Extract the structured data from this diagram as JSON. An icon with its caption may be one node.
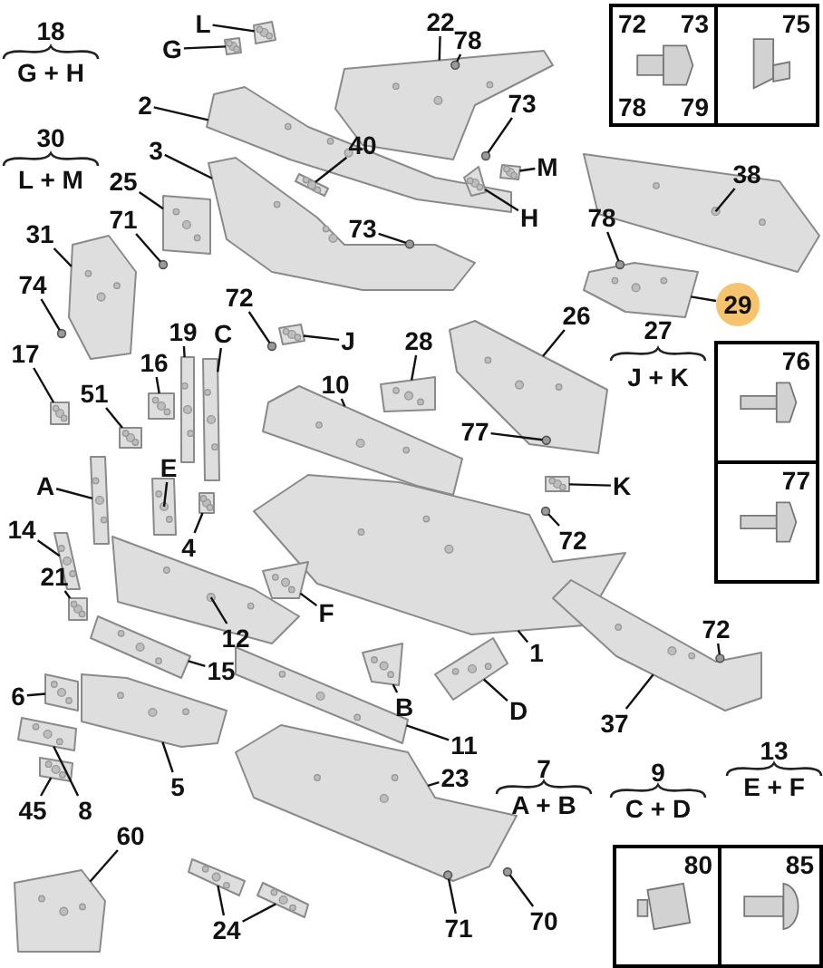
{
  "diagram": {
    "nodes": [
      {
        "text": [
          "L"
        ]
      },
      {
        "text": [
          "G"
        ]
      },
      {
        "text": [
          "22"
        ]
      },
      {
        "text": [
          "78"
        ]
      },
      {
        "text": [
          "72",
          "73",
          "78",
          "79"
        ]
      },
      {
        "text": [
          "75"
        ]
      },
      {
        "text": [
          "2"
        ]
      },
      {
        "text": [
          "40"
        ]
      },
      {
        "text": [
          "73"
        ]
      },
      {
        "text": [
          "M"
        ]
      },
      {
        "text": [
          "3"
        ]
      },
      {
        "text": [
          "25"
        ]
      },
      {
        "text": [
          "38"
        ]
      },
      {
        "text": [
          "H"
        ]
      },
      {
        "text": [
          "71"
        ]
      },
      {
        "text": [
          "73"
        ]
      },
      {
        "text": [
          "31"
        ]
      },
      {
        "text": [
          "78"
        ]
      },
      {
        "text": [
          "74"
        ]
      },
      {
        "text": [
          "72"
        ]
      },
      {
        "text": [
          "29"
        ]
      },
      {
        "text": [
          "C"
        ]
      },
      {
        "text": [
          "19"
        ]
      },
      {
        "text": [
          "26"
        ]
      },
      {
        "text": [
          "J"
        ]
      },
      {
        "text": [
          "28"
        ]
      },
      {
        "text": [
          "17"
        ]
      },
      {
        "text": [
          "76"
        ]
      },
      {
        "text": [
          "16"
        ]
      },
      {
        "text": [
          "10"
        ]
      },
      {
        "text": [
          "51"
        ]
      },
      {
        "text": [
          "77"
        ]
      },
      {
        "text": [
          "E"
        ]
      },
      {
        "text": [
          "77"
        ]
      },
      {
        "text": [
          "A"
        ]
      },
      {
        "text": [
          "K"
        ]
      },
      {
        "text": [
          "72"
        ]
      },
      {
        "text": [
          "4"
        ]
      },
      {
        "text": [
          "14"
        ]
      },
      {
        "text": [
          "21"
        ]
      },
      {
        "text": [
          "F"
        ]
      },
      {
        "text": [
          "12"
        ]
      },
      {
        "text": [
          "1"
        ]
      },
      {
        "text": [
          "15"
        ]
      },
      {
        "text": [
          "72"
        ]
      },
      {
        "text": [
          "6"
        ]
      },
      {
        "text": [
          "B"
        ]
      },
      {
        "text": [
          "D"
        ]
      },
      {
        "text": [
          "37"
        ]
      },
      {
        "text": [
          "11"
        ]
      },
      {
        "text": [
          "5"
        ]
      },
      {
        "text": [
          "23"
        ]
      },
      {
        "text": [
          "45"
        ]
      },
      {
        "text": [
          "8"
        ]
      },
      {
        "text": [
          "60"
        ]
      },
      {
        "text": [
          "80"
        ]
      },
      {
        "text": [
          "85"
        ]
      },
      {
        "text": [
          "24"
        ]
      },
      {
        "text": [
          "71"
        ]
      },
      {
        "text": [
          "70"
        ]
      },
      {
        "text": [],
        "shape": "picture"
      },
      {
        "text": [],
        "shape": "picture"
      },
      {
        "text": [],
        "shape": "picture"
      },
      {
        "text": [],
        "shape": "circle",
        "in": 62
      },
      {
        "text": [],
        "shape": "picture"
      },
      {
        "text": [],
        "shape": "picture"
      },
      {
        "text": [],
        "shape": "circle"
      },
      {
        "text": [],
        "shape": "picture"
      },
      {
        "text": [],
        "shape": "picture"
      },
      {
        "text": [],
        "shape": "picture"
      },
      {
        "text": [],
        "shape": "picture"
      },
      {
        "text": [],
        "shape": "picture"
      },
      {
        "text": [],
        "shape": "circle"
      },
      {
        "text": [],
        "shape": "circle",
        "in": 68
      },
      {
        "text": [],
        "shape": "picture"
      },
      {
        "text": [],
        "shape": "circle"
      },
      {
        "text": [],
        "shape": "circle"
      },
      {
        "text": [],
        "shape": "circle"
      },
      {
        "text": [],
        "shape": "picture"
      },
      {
        "text": [],
        "shape": "picture"
      },
      {
        "text": [],
        "shape": "picture"
      },
      {
        "text": [],
        "shape": "picture"
      },
      {
        "text": [],
        "shape": "picture"
      },
      {
        "text": [],
        "shape": "picture"
      },
      {
        "text": [],
        "shape": "picture"
      },
      {
        "text": [],
        "shape": "picture"
      },
      {
        "text": [],
        "shape": "picture"
      },
      {
        "text": [],
        "shape": "picture"
      },
      {
        "text": [],
        "shape": "circle",
        "in": 81
      },
      {
        "text": [],
        "shape": "picture"
      },
      {
        "text": [],
        "shape": "picture"
      },
      {
        "text": [],
        "shape": "picture"
      },
      {
        "text": [],
        "shape": "circle"
      },
      {
        "text": [],
        "shape": "picture"
      },
      {
        "text": [],
        "shape": "picture"
      },
      {
        "text": [],
        "shape": "picture"
      },
      {
        "text": [],
        "shape": "picture"
      },
      {
        "text": [],
        "shape": "picture"
      },
      {
        "text": [],
        "shape": "picture"
      },
      {
        "text": [],
        "shape": "picture"
      },
      {
        "text": [],
        "shape": "circle",
        "in": 104
      },
      {
        "text": [],
        "shape": "picture"
      },
      {
        "text": [],
        "shape": "picture"
      },
      {
        "text": [],
        "shape": "picture"
      },
      {
        "text": [],
        "shape": "picture"
      },
      {
        "text": [],
        "shape": "picture"
      },
      {
        "text": [],
        "shape": "picture"
      },
      {
        "text": [],
        "shape": "picture"
      },
      {
        "text": [],
        "shape": "picture"
      },
      {
        "text": [],
        "shape": "picture"
      },
      {
        "text": [],
        "shape": "picture"
      },
      {
        "text": [],
        "shape": "picture"
      },
      {
        "text": [],
        "shape": "picture"
      },
      {
        "text": [],
        "shape": "circle",
        "in": 107
      },
      {
        "text": [],
        "shape": "circle"
      }
    ],
    "edges": [
      {
        "from": 0,
        "to": 60,
        "arrow": "none"
      },
      {
        "from": 1,
        "to": 61,
        "arrow": "none"
      },
      {
        "from": 2,
        "to": 62,
        "arrow": "none"
      },
      {
        "from": 3,
        "to": 63,
        "arrow": "none"
      },
      {
        "from": 6,
        "to": 64,
        "arrow": "none"
      },
      {
        "from": 7,
        "to": 65,
        "arrow": "none"
      },
      {
        "from": 8,
        "to": 66,
        "arrow": "none"
      },
      {
        "from": 9,
        "to": 67,
        "arrow": "none"
      },
      {
        "from": 10,
        "to": 68,
        "arrow": "none"
      },
      {
        "from": 11,
        "to": 69,
        "arrow": "none"
      },
      {
        "from": 12,
        "to": 70,
        "arrow": "none"
      },
      {
        "from": 13,
        "to": 71,
        "arrow": "none"
      },
      {
        "from": 14,
        "to": 72,
        "arrow": "none"
      },
      {
        "from": 15,
        "to": 73,
        "arrow": "none"
      },
      {
        "from": 16,
        "to": 74,
        "arrow": "none"
      },
      {
        "from": 17,
        "to": 75,
        "arrow": "none"
      },
      {
        "from": 18,
        "to": 76,
        "arrow": "none"
      },
      {
        "from": 19,
        "to": 77,
        "arrow": "none"
      },
      {
        "from": 20,
        "to": 78,
        "arrow": "none"
      },
      {
        "from": 21,
        "to": 79,
        "arrow": "none"
      },
      {
        "from": 22,
        "to": 80,
        "arrow": "none"
      },
      {
        "from": 23,
        "to": 81,
        "arrow": "none"
      },
      {
        "from": 24,
        "to": 82,
        "arrow": "none"
      },
      {
        "from": 25,
        "to": 83,
        "arrow": "none"
      },
      {
        "from": 26,
        "to": 84,
        "arrow": "none"
      },
      {
        "from": 28,
        "to": 85,
        "arrow": "none"
      },
      {
        "from": 29,
        "to": 86,
        "arrow": "none"
      },
      {
        "from": 30,
        "to": 87,
        "arrow": "none"
      },
      {
        "from": 31,
        "to": 88,
        "arrow": "none"
      },
      {
        "from": 32,
        "to": 89,
        "arrow": "none"
      },
      {
        "from": 34,
        "to": 90,
        "arrow": "none"
      },
      {
        "from": 35,
        "to": 91,
        "arrow": "none"
      },
      {
        "from": 36,
        "to": 92,
        "arrow": "none"
      },
      {
        "from": 37,
        "to": 93,
        "arrow": "none"
      },
      {
        "from": 38,
        "to": 94,
        "arrow": "none"
      },
      {
        "from": 39,
        "to": 95,
        "arrow": "none"
      },
      {
        "from": 40,
        "to": 96,
        "arrow": "none"
      },
      {
        "from": 41,
        "to": 97,
        "arrow": "none"
      },
      {
        "from": 42,
        "to": 98,
        "arrow": "none"
      },
      {
        "from": 43,
        "to": 99,
        "arrow": "none"
      },
      {
        "from": 44,
        "to": 100,
        "arrow": "none"
      },
      {
        "from": 45,
        "to": 101,
        "arrow": "none"
      },
      {
        "from": 46,
        "to": 102,
        "arrow": "none"
      },
      {
        "from": 47,
        "to": 103,
        "arrow": "none"
      },
      {
        "from": 48,
        "to": 104,
        "arrow": "none"
      },
      {
        "from": 49,
        "to": 105,
        "arrow": "none"
      },
      {
        "from": 50,
        "to": 106,
        "arrow": "none"
      },
      {
        "from": 51,
        "to": 107,
        "arrow": "none"
      },
      {
        "from": 52,
        "to": 108,
        "arrow": "none"
      },
      {
        "from": 53,
        "to": 109,
        "arrow": "none"
      },
      {
        "from": 54,
        "to": 110,
        "arrow": "none"
      },
      {
        "from": 57,
        "to": 111,
        "arrow": "none"
      },
      {
        "from": 57,
        "to": 112,
        "arrow": "none"
      },
      {
        "from": 58,
        "to": 113,
        "arrow": "none"
      },
      {
        "from": 59,
        "to": 114,
        "arrow": "none"
      }
    ],
    "labels": [
      "18",
      "G + H",
      "30",
      "L + M",
      "27",
      "J + K",
      "7",
      "A + B",
      "9",
      "C + D",
      "13",
      "E + F"
    ]
  }
}
